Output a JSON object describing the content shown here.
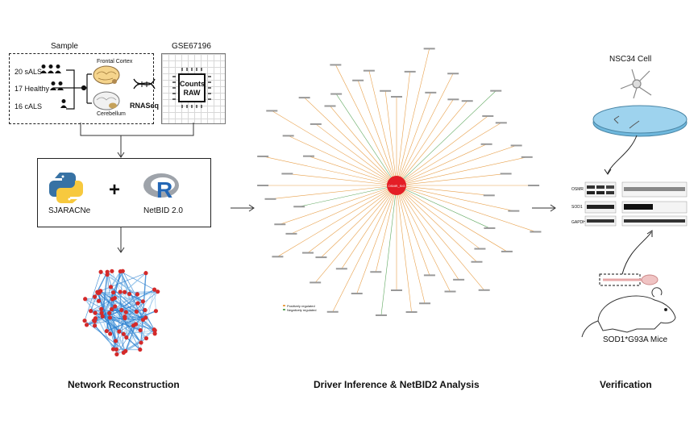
{
  "sample": {
    "title": "Sample",
    "groups": [
      "20 sALS",
      "17 Healthy",
      "16 cALS"
    ],
    "tissues": [
      "Frontal Cortex",
      "Cerebellum"
    ]
  },
  "dataset": {
    "id": "GSE67196",
    "chip_line1": "Counts",
    "chip_line2": "RAW",
    "method": "RNASeq"
  },
  "tools": {
    "left": "SJARACNe",
    "plus": "+",
    "right": "NetBID 2.0"
  },
  "captions": {
    "network": "Network Reconstruction",
    "driver": "Driver Inference & NetBID2 Analysis",
    "verification": "Verification"
  },
  "star_network": {
    "hub": "OSMR_SIG",
    "legend": [
      "Positively regulated",
      "Negatively regulated"
    ],
    "colors": {
      "positive": "#e8a04a",
      "negative": "#5fa85f",
      "hub": "#e41e26"
    }
  },
  "verification": {
    "cell_label": "NSC34 Cell",
    "blot_labels": [
      "OSMR",
      "SOD1",
      "GAPDH"
    ],
    "mouse_label": "SOD1*G93A Mice"
  },
  "icons": [
    "python-logo-icon",
    "r-logo-icon",
    "dna-icon",
    "chip-icon",
    "brain-icon",
    "neuron-icon",
    "petri-dish-icon",
    "mouse-icon",
    "person-group-icon"
  ]
}
